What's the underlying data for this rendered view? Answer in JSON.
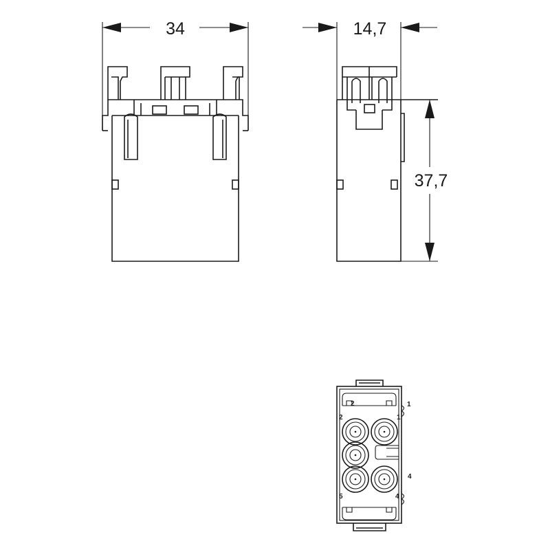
{
  "dimensions": {
    "width": "34",
    "depth": "14,7",
    "height": "37,7"
  },
  "face_labels": {
    "top_left": "2",
    "top_right": "1",
    "row1_left": "2",
    "row1_right": "1",
    "mid_right": "4",
    "bottom_left": "5",
    "bottom_right": "4"
  }
}
